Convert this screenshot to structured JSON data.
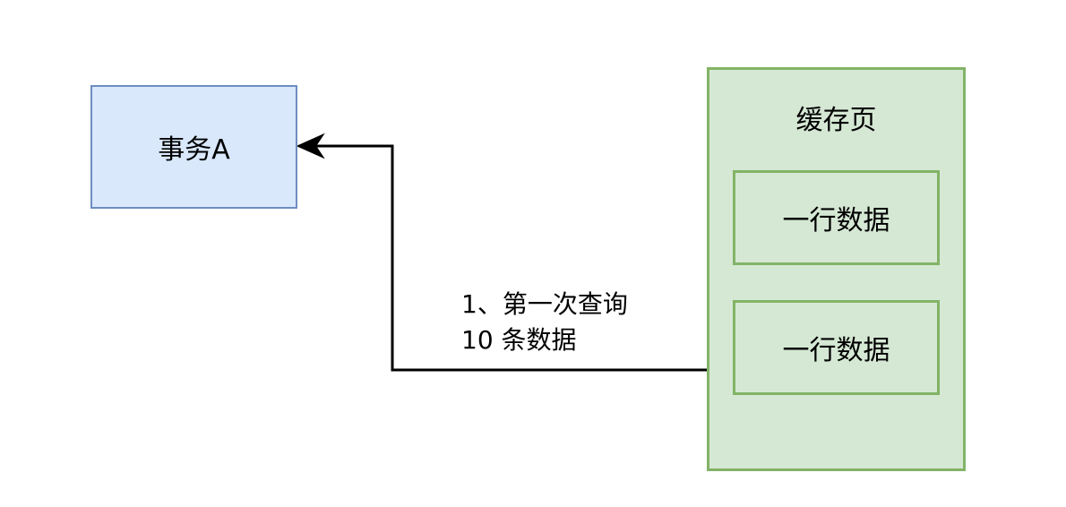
{
  "nodes": {
    "transaction": {
      "label": "事务A"
    },
    "cache_page": {
      "title": "缓存页",
      "rows": [
        "一行数据",
        "一行数据"
      ]
    }
  },
  "edge": {
    "label_line1": "1、第一次查询",
    "label_line2": "10 条数据"
  },
  "colors": {
    "blue_fill": "#dae8fc",
    "blue_stroke": "#6c8ebf",
    "green_fill": "#d5e8d4",
    "green_stroke": "#82b366",
    "edge": "#000000"
  }
}
